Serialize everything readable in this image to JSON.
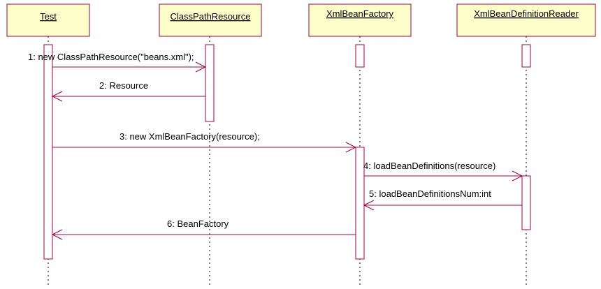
{
  "diagram": {
    "type": "uml-sequence",
    "colors": {
      "object_fill": "#ffffcc",
      "border": "#a00040",
      "message": "#a00040",
      "lifeline": "#000000"
    },
    "objects": [
      {
        "id": "test",
        "name": "Test"
      },
      {
        "id": "classpathresource",
        "name": "ClassPathResource"
      },
      {
        "id": "xmlbeanfactory",
        "name": "XmlBeanFactory"
      },
      {
        "id": "xmlbeandefinitionreader",
        "name": "XmlBeanDefinitionReader"
      }
    ],
    "messages": [
      {
        "id": "m1",
        "label": "1: new ClassPathResource(\"beans.xml\");",
        "from": "test",
        "to": "classpathresource",
        "kind": "call"
      },
      {
        "id": "m2",
        "label": "2: Resource",
        "from": "classpathresource",
        "to": "test",
        "kind": "return"
      },
      {
        "id": "m3",
        "label": "3: new XmlBeanFactory(resource);",
        "from": "test",
        "to": "xmlbeanfactory",
        "kind": "call"
      },
      {
        "id": "m4",
        "label": "4: loadBeanDefinitions(resource)",
        "from": "xmlbeanfactory",
        "to": "xmlbeandefinitionreader",
        "kind": "call"
      },
      {
        "id": "m5",
        "label": "5: loadBeanDefinitionsNum:int",
        "from": "xmlbeandefinitionreader",
        "to": "xmlbeanfactory",
        "kind": "return"
      },
      {
        "id": "m6",
        "label": "6: BeanFactory",
        "from": "xmlbeanfactory",
        "to": "test",
        "kind": "return"
      }
    ]
  }
}
